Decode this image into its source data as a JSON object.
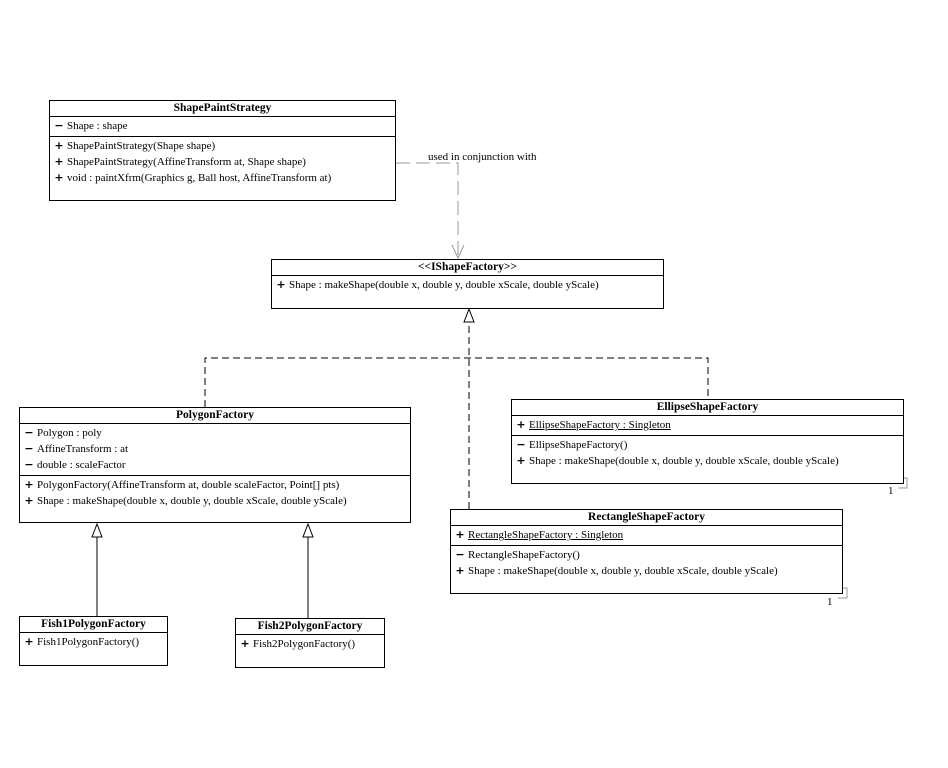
{
  "classes": {
    "shapePaintStrategy": {
      "name": "ShapePaintStrategy",
      "attributes": [
        {
          "vis": "−",
          "text": "Shape : shape"
        }
      ],
      "operations": [
        {
          "vis": "+",
          "text": "ShapePaintStrategy(Shape shape)"
        },
        {
          "vis": "+",
          "text": "ShapePaintStrategy(AffineTransform at, Shape shape)"
        },
        {
          "vis": "+",
          "text": "void : paintXfrm(Graphics g, Ball host, AffineTransform at)"
        }
      ]
    },
    "iShapeFactory": {
      "name": "<<IShapeFactory>>",
      "operations": [
        {
          "vis": "+",
          "text": "Shape : makeShape(double x, double y, double xScale, double yScale)"
        }
      ]
    },
    "polygonFactory": {
      "name": "PolygonFactory",
      "attributes": [
        {
          "vis": "−",
          "text": "Polygon : poly"
        },
        {
          "vis": "−",
          "text": "AffineTransform : at"
        },
        {
          "vis": "−",
          "text": "double : scaleFactor"
        }
      ],
      "operations": [
        {
          "vis": "+",
          "text": "PolygonFactory(AffineTransform at, double scaleFactor, Point[] pts)"
        },
        {
          "vis": "+",
          "text": "Shape : makeShape(double x, double y, double xScale, double yScale)"
        }
      ]
    },
    "ellipseShapeFactory": {
      "name": "EllipseShapeFactory",
      "attributes": [
        {
          "vis": "+",
          "text": "EllipseShapeFactory : Singleton"
        }
      ],
      "operations": [
        {
          "vis": "−",
          "text": "EllipseShapeFactory()"
        },
        {
          "vis": "+",
          "text": "Shape : makeShape(double x, double y, double xScale, double yScale)"
        }
      ],
      "multiplicity": "1"
    },
    "rectangleShapeFactory": {
      "name": "RectangleShapeFactory",
      "attributes": [
        {
          "vis": "+",
          "text": "RectangleShapeFactory : Singleton"
        }
      ],
      "operations": [
        {
          "vis": "−",
          "text": "RectangleShapeFactory()"
        },
        {
          "vis": "+",
          "text": "Shape : makeShape(double x, double y, double xScale, double yScale)"
        }
      ],
      "multiplicity": "1"
    },
    "fish1PolygonFactory": {
      "name": "Fish1PolygonFactory",
      "operations": [
        {
          "vis": "+",
          "text": "Fish1PolygonFactory()"
        }
      ]
    },
    "fish2PolygonFactory": {
      "name": "Fish2PolygonFactory",
      "operations": [
        {
          "vis": "+",
          "text": "Fish2PolygonFactory()"
        }
      ]
    }
  },
  "relations": {
    "usage_label": "used in conjunction with"
  }
}
